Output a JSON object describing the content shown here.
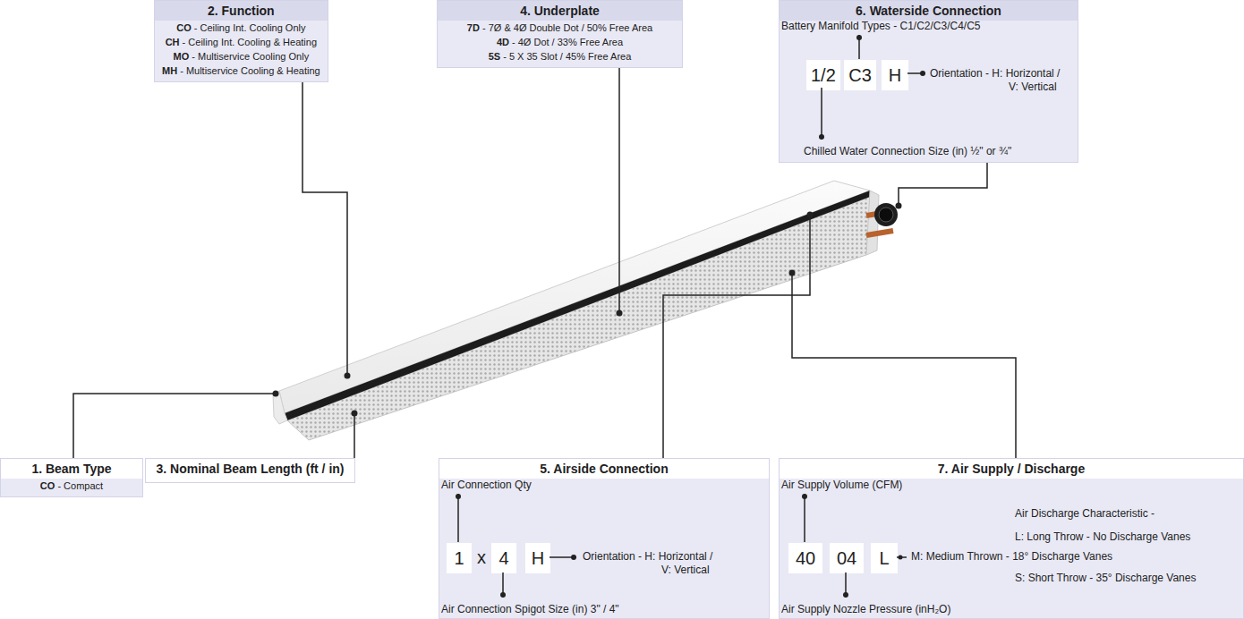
{
  "diagram": {
    "nodes": [
      {
        "text": [
          "2. Function",
          "CO - Ceiling Int. Cooling Only",
          "CH - Ceiling Int. Cooling & Heating",
          "MO - Multiservice Cooling Only",
          "MH - Multiservice Cooling & Heating"
        ]
      },
      {
        "text": [
          "4. Underplate",
          "7D - 7Ø & 4Ø Double Dot / 50% Free Area",
          "4D - 4Ø Dot / 33% Free Area",
          "5S - 5 X 35 Slot / 45% Free Area"
        ]
      },
      {
        "text": [
          "6. Waterside Connection",
          "Battery Manifold Types - C1/C2/C3/C4/C5",
          "Orientation - H: Horizontal / V: Vertical",
          "Chilled Water Connection Size (in) ½\" or ¾\""
        ]
      },
      {
        "text": [
          "1/2"
        ],
        "in": 2
      },
      {
        "text": [
          "C3"
        ],
        "in": 2
      },
      {
        "text": [
          "H"
        ],
        "in": 2
      },
      {
        "text": [
          "1. Beam Type",
          "CO - Compact"
        ]
      },
      {
        "text": [
          "3. Nominal Beam Length (ft / in)"
        ]
      },
      {
        "text": [
          "5. Airside Connection",
          "Air Connection Qty",
          "x",
          "Orientation - H: Horizontal / V: Vertical",
          "Air Connection Spigot Size (in) 3\" / 4\""
        ]
      },
      {
        "text": [
          "1"
        ],
        "in": 8
      },
      {
        "text": [
          "4"
        ],
        "in": 8
      },
      {
        "text": [
          "H"
        ],
        "in": 8
      },
      {
        "text": [
          "7. Air Supply / Discharge",
          "Air Supply Volume (CFM)",
          "Air Discharge Characteristic -",
          "L: Long Throw - No Discharge Vanes",
          "M: Medium Thrown - 18° Discharge Vanes",
          "S: Short Throw - 35° Discharge Vanes",
          "Air Supply Nozzle Pressure (inH₂O)"
        ]
      },
      {
        "text": [
          "40"
        ],
        "in": 12
      },
      {
        "text": [
          "04"
        ],
        "in": 12
      },
      {
        "text": [
          "L"
        ],
        "in": 12
      }
    ]
  }
}
